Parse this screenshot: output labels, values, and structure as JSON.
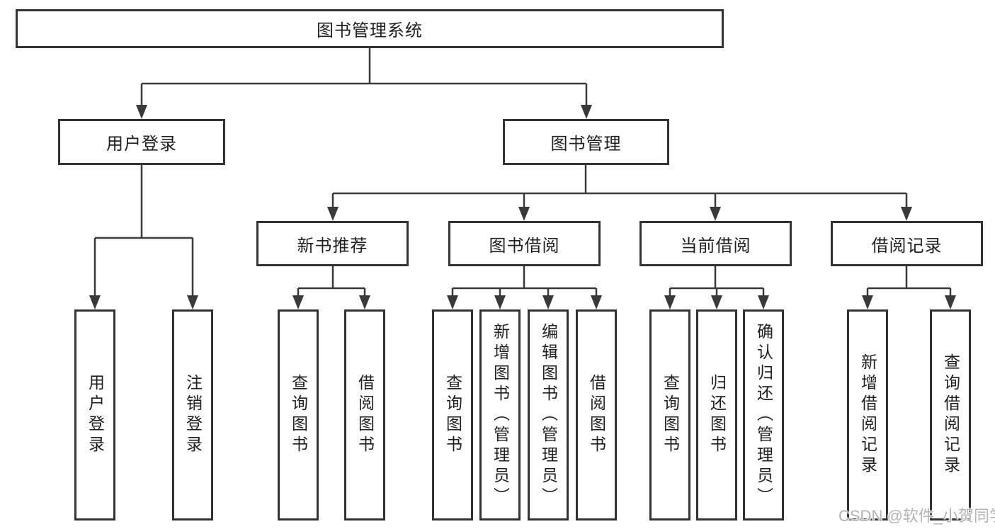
{
  "colors": {
    "line_color": "#3a3a3a",
    "border_color": "#333333",
    "text_color": "#1f1f1f",
    "watermark_color": "#b3b3b3",
    "bg_color": "#ffffff"
  },
  "watermark": "CSDN @软件_小贺同学",
  "tree": {
    "root": {
      "label": "图书管理系统"
    },
    "level2": [
      {
        "label": "用户登录"
      },
      {
        "label": "图书管理"
      }
    ],
    "level3": [
      {
        "label": "新书推荐"
      },
      {
        "label": "图书借阅"
      },
      {
        "label": "当前借阅"
      },
      {
        "label": "借阅记录"
      }
    ],
    "leaves": {
      "user_login": [
        {
          "label": "用户登录"
        },
        {
          "label": "注销登录"
        }
      ],
      "new_book": [
        {
          "label": "查询图书"
        },
        {
          "label": "借阅图书"
        }
      ],
      "borrow": [
        {
          "label": "查询图书"
        },
        {
          "label": "新增图书（管理员）"
        },
        {
          "label": "编辑图书（管理员）"
        },
        {
          "label": "借阅图书"
        }
      ],
      "current": [
        {
          "label": "查询图书"
        },
        {
          "label": "归还图书"
        },
        {
          "label": "确认归还（管理员）"
        }
      ],
      "records": [
        {
          "label": "新增借阅记录"
        },
        {
          "label": "查询借阅记录"
        }
      ]
    }
  }
}
